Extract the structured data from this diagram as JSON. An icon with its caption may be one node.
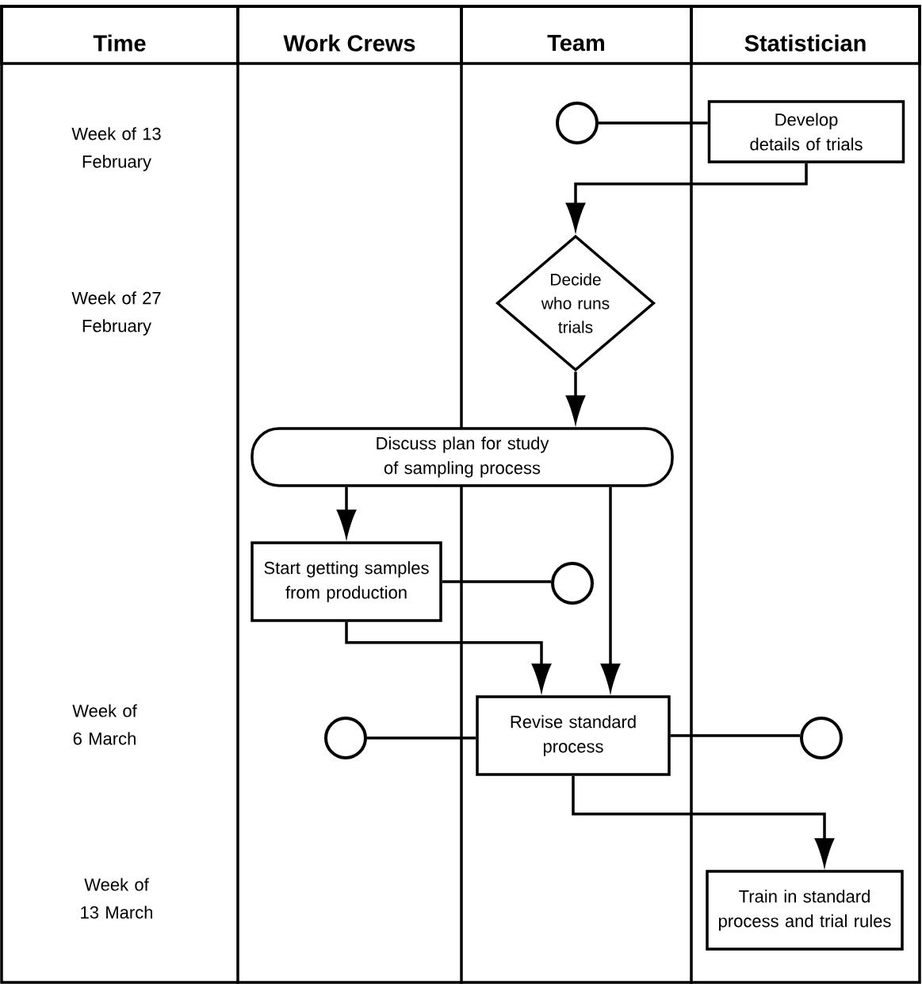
{
  "diagram": {
    "nodes": [
      {
        "text": [
          "Time"
        ]
      },
      {
        "text": [
          "Work Crews"
        ]
      },
      {
        "text": [
          "Team"
        ]
      },
      {
        "text": [
          "Statistician"
        ]
      },
      {
        "text": [],
        "shape": "circle"
      },
      {
        "text": [
          "Develop details of trials"
        ]
      },
      {
        "text": [
          "Decide who runs trials"
        ]
      },
      {
        "text": [
          "Discuss plan for study of sampling process"
        ]
      },
      {
        "text": [
          "Start getting samples from production"
        ]
      },
      {
        "text": [],
        "shape": "circle"
      },
      {
        "text": [],
        "shape": "circle"
      },
      {
        "text": [
          "Revise standard process"
        ]
      },
      {
        "text": [],
        "shape": "circle"
      },
      {
        "text": [
          "Train in standard process and trial rules"
        ]
      }
    ],
    "edges": [
      {
        "from": 4,
        "to": 5,
        "arrow": "none"
      },
      {
        "from": 5,
        "to": 6,
        "arrow": "to"
      },
      {
        "from": 6,
        "to": 7,
        "arrow": "to"
      },
      {
        "from": 7,
        "to": 8,
        "arrow": "to"
      },
      {
        "from": 8,
        "to": 9,
        "arrow": "none"
      },
      {
        "from": 8,
        "to": 11,
        "arrow": "to"
      },
      {
        "from": 7,
        "to": 11,
        "arrow": "to"
      },
      {
        "from": 10,
        "to": 11,
        "arrow": "none"
      },
      {
        "from": 11,
        "to": 12,
        "arrow": "none"
      },
      {
        "from": 11,
        "to": 13,
        "arrow": "to"
      }
    ],
    "labels": [
      "Week of 13 February",
      "Week of 27 February",
      "Week of 6 March",
      "Week of 13 March"
    ]
  }
}
